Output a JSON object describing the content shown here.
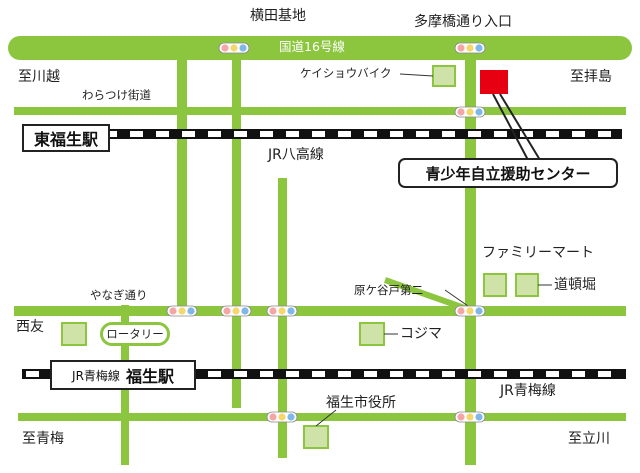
{
  "colors": {
    "road": "#8cc63f",
    "landmark_fill": "#cfe3a8",
    "landmark_stroke": "#8cc63f",
    "destination": "#e60012",
    "rail": "#111111",
    "signal_red": "#f4a6a6",
    "signal_yellow": "#f5d76e",
    "signal_blue": "#7fb8e6"
  },
  "roads": {
    "route16": "国道16号線",
    "waratsuke": "わらつけ街道",
    "yanagi": "やなぎ通り"
  },
  "rail": {
    "hachiko": "JR八高線",
    "ome_right": "JR青梅線"
  },
  "stations": {
    "higashi_fussa": "東福生駅",
    "fussa_line": "JR青梅線",
    "fussa": "福生駅"
  },
  "places": {
    "yokota": "横田基地",
    "tamabashi": "多摩橋通り入口",
    "to_kawagoe": "至川越",
    "to_haijima": "至拝島",
    "to_ome": "至青梅",
    "to_tachikawa": "至立川",
    "keishou_bike": "ケイショウバイク",
    "center": "青少年自立援助センター",
    "family_mart": "ファミリーマート",
    "doutonbori": "道頓堀",
    "haragayato": "原ケ谷戸第二",
    "nishitomo": "西友",
    "rotary": "ロータリー",
    "kojima": "コジマ",
    "city_hall": "福生市役所"
  }
}
